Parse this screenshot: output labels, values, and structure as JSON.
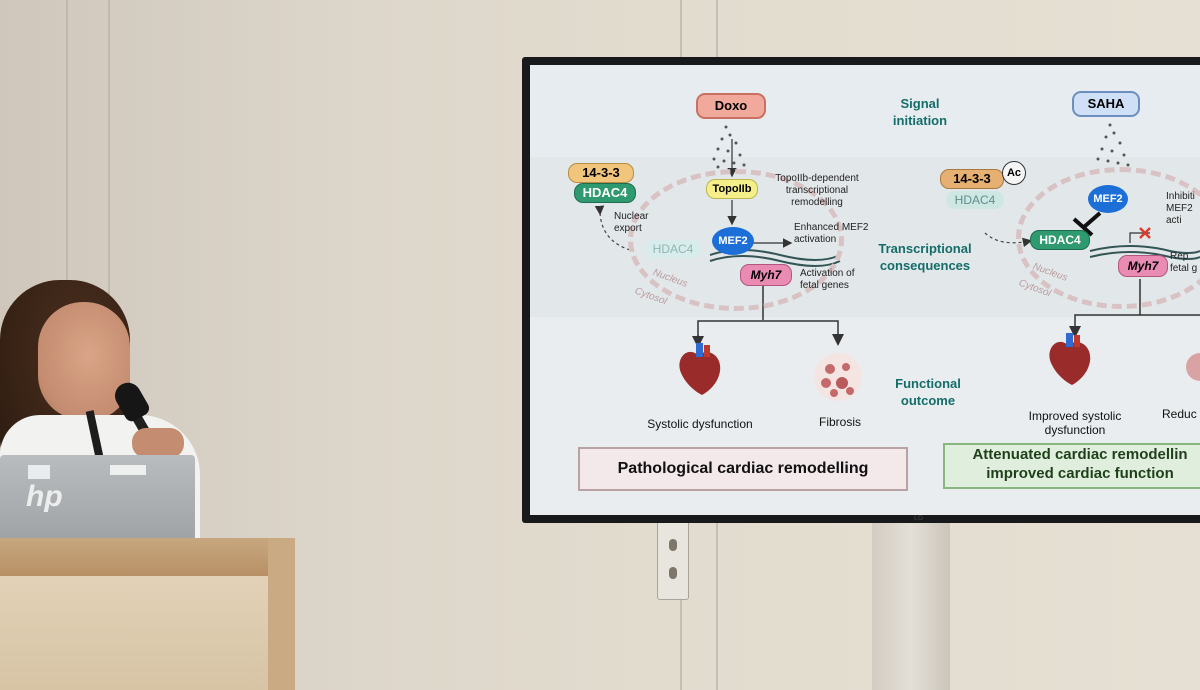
{
  "slide": {
    "left": {
      "drug": "Doxo",
      "complex_top": "14-3-3",
      "complex_bottom": "HDAC4",
      "hdac4_nuclear": "HDAC4",
      "topo": "TopoIIb",
      "mef2": "MEF2",
      "myh7": "Myh7",
      "nuclear_export": "Nuclear\nexport",
      "topo_label": "TopoIIb-dependent\ntranscriptional\nremodelling",
      "mef2_label": "Enhanced MEF2\nactivation",
      "fetal_label": "Activation of\nfetal genes",
      "nucleus": "Nucleus",
      "cytosol": "Cytosol",
      "outcome_1": "Systolic dysfunction",
      "outcome_2": "Fibrosis",
      "box": "Pathological cardiac remodelling"
    },
    "middle": {
      "signal": "Signal\ninitiation",
      "transcriptional": "Transcriptional\nconsequences",
      "functional": "Functional\noutcome"
    },
    "right": {
      "drug": "SAHA",
      "complex_top": "14-3-3",
      "ac": "Ac",
      "complex_bottom": "HDAC4",
      "hdac4_nuclear": "HDAC4",
      "mef2": "MEF2",
      "myh7": "Myh7",
      "inhib_label": "Inhibiti\nMEF2 acti",
      "rep_label": "Rep\nfetal g",
      "nucleus": "Nucleus",
      "cytosol": "Cytosol",
      "outcome_1": "Improved systolic\ndysfunction",
      "outcome_2": "Reduc",
      "box": "Attenuated cardiac remodellin\nimproved cardiac function"
    }
  },
  "colors": {
    "doxo": "#f1a99b",
    "saha": "#cfe0f6",
    "complex_top": "#f2c57c",
    "hdac4": "#2f9a6f",
    "hdac4_faded": "#bfe0df",
    "topo": "#f5ef8a",
    "mef2": "#1d6fd8",
    "myh7": "#e98bb3",
    "title_teal": "#146d68"
  },
  "icons": [
    "heart-icon",
    "fibrosis-icon",
    "dna-icon",
    "inhibition-icon",
    "cross-icon",
    "arrow-icon"
  ]
}
